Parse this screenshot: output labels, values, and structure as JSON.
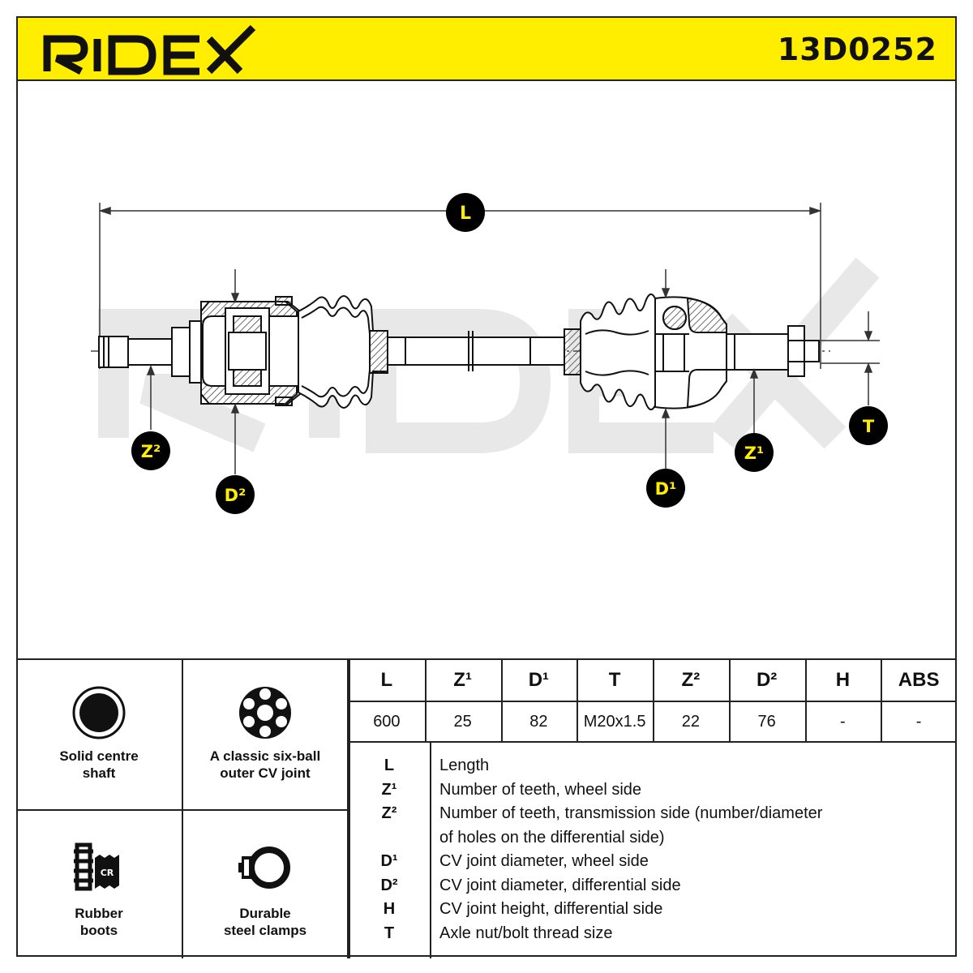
{
  "brand": "RIDEX",
  "part_number": "13D0252",
  "colors": {
    "accent": "#ffee00",
    "line": "#222222",
    "watermark": "#e6e6e6",
    "hatch": "#444444"
  },
  "callouts": {
    "L": "L",
    "Z2": "Z²",
    "D2": "D²",
    "D1": "D¹",
    "Z1": "Z¹",
    "T": "T"
  },
  "features": [
    {
      "icon": "solid-shaft-icon",
      "label": "Solid centre\nshaft"
    },
    {
      "icon": "six-ball-joint-icon",
      "label": "A classic six-ball\nouter CV joint"
    },
    {
      "icon": "rubber-boot-icon",
      "label": "Rubber\nboots",
      "badge": "CR"
    },
    {
      "icon": "steel-clamp-icon",
      "label": "Durable\nsteel clamps"
    }
  ],
  "spec_table": {
    "headers": [
      "L",
      "Z¹",
      "D¹",
      "T",
      "Z²",
      "D²",
      "H",
      "ABS"
    ],
    "values": [
      "600",
      "25",
      "82",
      "M20x1.5",
      "22",
      "76",
      "-",
      "-"
    ]
  },
  "legend": [
    {
      "key": "L",
      "text": "Length"
    },
    {
      "key": "Z¹",
      "text": "Number of teeth, wheel side"
    },
    {
      "key": "Z²",
      "text": "Number of teeth, transmission side (number/diameter"
    },
    {
      "key": "",
      "text": "of holes on the differential side)"
    },
    {
      "key": "D¹",
      "text": "CV joint diameter, wheel side"
    },
    {
      "key": "D²",
      "text": "CV joint diameter, differential side"
    },
    {
      "key": "H",
      "text": "CV joint height, differential side"
    },
    {
      "key": "T",
      "text": "Axle nut/bolt thread size"
    }
  ]
}
